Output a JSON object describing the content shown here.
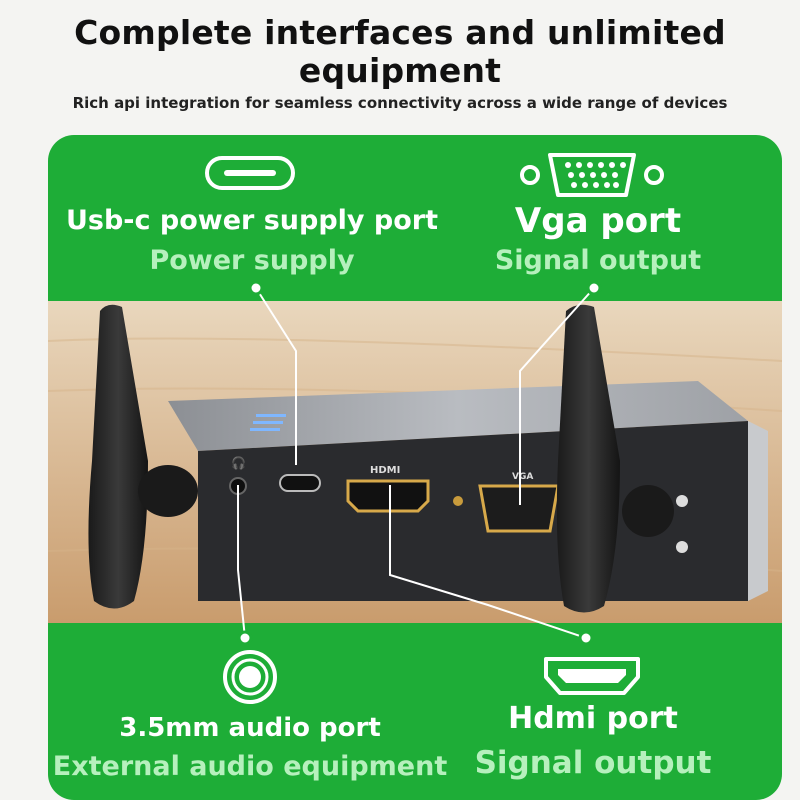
{
  "header": {
    "title": "Complete interfaces and unlimited equipment",
    "subtitle": "Rich api integration for seamless connectivity across a wide range of devices"
  },
  "callouts": {
    "usbc": {
      "title": "Usb-c power supply port",
      "subtitle": "Power supply",
      "icon": "usb-c-port-icon"
    },
    "vga": {
      "title": "Vga port",
      "subtitle": "Signal output",
      "icon": "vga-port-icon"
    },
    "audio": {
      "title": "3.5mm audio port",
      "subtitle": "External audio equipment",
      "icon": "audio-jack-icon"
    },
    "hdmi": {
      "title": "Hdmi port",
      "subtitle": "Signal output",
      "icon": "hdmi-port-icon"
    }
  },
  "device": {
    "hdmi_label": "HDMI",
    "vga_label": "VGA"
  },
  "colors": {
    "panel_green": "#1ead37",
    "subtitle_green": "#b6f0bd",
    "text_dark": "#111111"
  }
}
